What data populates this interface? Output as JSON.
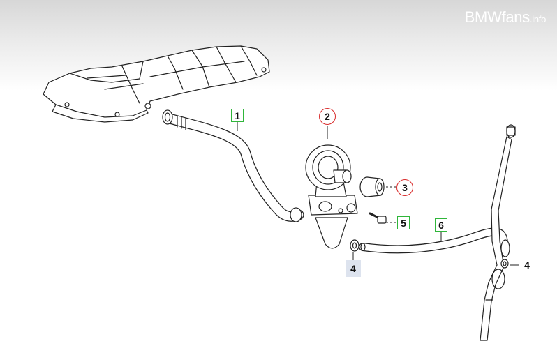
{
  "watermark": {
    "brand": "BMWfans",
    "tld": ".info"
  },
  "callouts": [
    {
      "id": "1",
      "label": "1",
      "style": "green"
    },
    {
      "id": "2",
      "label": "2",
      "style": "red"
    },
    {
      "id": "3",
      "label": "3",
      "style": "red"
    },
    {
      "id": "5",
      "label": "5",
      "style": "green"
    },
    {
      "id": "6",
      "label": "6",
      "style": "green"
    },
    {
      "id": "4a",
      "label": "4",
      "style": "blue"
    },
    {
      "id": "4b",
      "label": "4",
      "style": "plain"
    }
  ],
  "colors": {
    "callout_green": "#2fb63a",
    "callout_red": "#d92b2b",
    "callout_blue_bg": "#dde3ee",
    "line": "#222222"
  }
}
